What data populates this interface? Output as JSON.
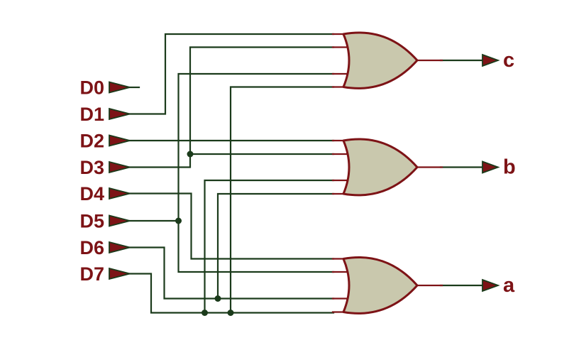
{
  "schematic": {
    "type": "logic-circuit",
    "colors": {
      "background": "#ffffff",
      "wire": "#1b3b1b",
      "component": "#7d1316",
      "gate_fill": "#c9c8ad"
    },
    "inputs": [
      {
        "label": "D0",
        "connected_to": []
      },
      {
        "label": "D1",
        "connected_to": [
          "c"
        ]
      },
      {
        "label": "D2",
        "connected_to": [
          "b"
        ]
      },
      {
        "label": "D3",
        "connected_to": [
          "c",
          "b"
        ]
      },
      {
        "label": "D4",
        "connected_to": [
          "a"
        ]
      },
      {
        "label": "D5",
        "connected_to": [
          "c",
          "a"
        ]
      },
      {
        "label": "D6",
        "connected_to": [
          "b",
          "a"
        ]
      },
      {
        "label": "D7",
        "connected_to": [
          "c",
          "b",
          "a"
        ]
      }
    ],
    "outputs": [
      {
        "label": "c"
      },
      {
        "label": "b"
      },
      {
        "label": "a"
      }
    ],
    "gates": [
      {
        "name": "gate-c",
        "type": "OR",
        "inputs": [
          "D1",
          "D3",
          "D5",
          "D7"
        ],
        "output": "c"
      },
      {
        "name": "gate-b",
        "type": "OR",
        "inputs": [
          "D2",
          "D3",
          "D6",
          "D7"
        ],
        "output": "b"
      },
      {
        "name": "gate-a",
        "type": "OR",
        "inputs": [
          "D4",
          "D5",
          "D6",
          "D7"
        ],
        "output": "a"
      }
    ],
    "junction_count": 5
  }
}
